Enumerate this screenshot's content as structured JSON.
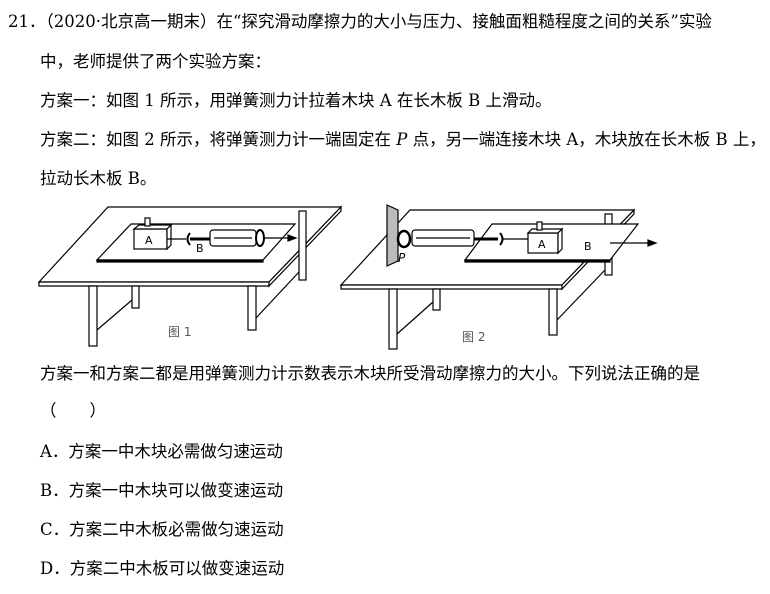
{
  "question": {
    "number_and_source": "21．（2020·北京高一期末）",
    "stem_line1": "在“探究滑动摩擦力的大小与压力、接触面粗糙程度之间的关系”实验",
    "stem_line2": "中，老师提供了两个实验方案：",
    "plan1": "方案一：如图 1 所示，用弹簧测力计拉着木块 A 在长木板 B 上滑动。",
    "plan2_a": "方案二：如图 2 所示，将弹簧测力计一端固定在 ",
    "plan2_p": "P",
    "plan2_b": " 点，另一端连接木块 A，木块放在长木板 B 上，",
    "plan2_line2": "拉动长木板 B。",
    "question_line1": "方案一和方案二都是用弹簧测力计示数表示木块所受滑动摩擦力的大小。下列说法正确的是",
    "question_line2": "（　　）"
  },
  "figures": {
    "fig1": {
      "caption": "图 1",
      "block": "A",
      "board": "B"
    },
    "fig2": {
      "caption": "图 2",
      "block": "A",
      "board": "B",
      "point": "P"
    }
  },
  "options": [
    {
      "label": "A．",
      "text": "方案一中木块必需做匀速运动"
    },
    {
      "label": "B．",
      "text": "方案一中木块可以做变速运动"
    },
    {
      "label": "C．",
      "text": "方案二中木板必需做匀速运动"
    },
    {
      "label": "D．",
      "text": "方案二中木板可以做变速运动"
    }
  ]
}
